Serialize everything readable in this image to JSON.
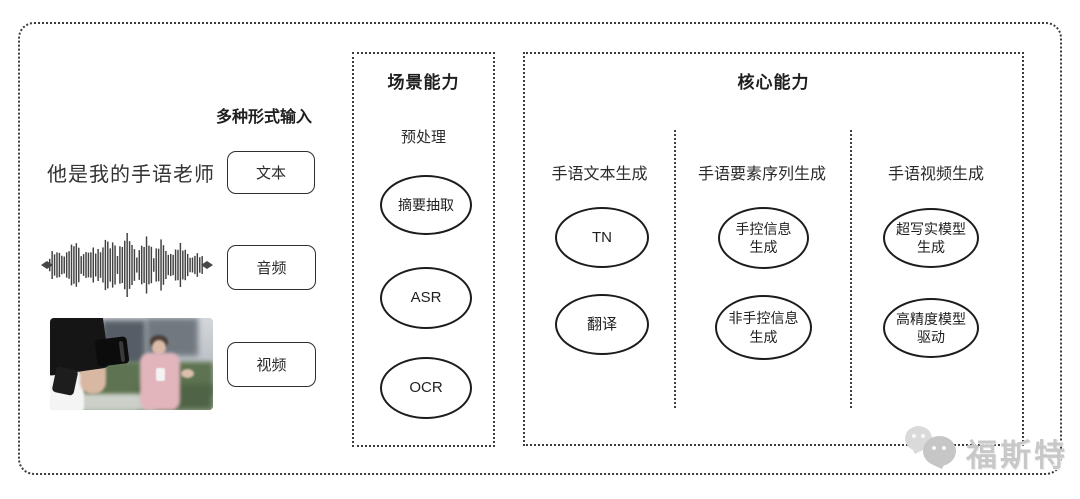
{
  "input_section": {
    "header": "多种形式输入",
    "text_example": "他是我的手语老师",
    "buttons": [
      {
        "label": "文本"
      },
      {
        "label": "音频"
      },
      {
        "label": "视频"
      }
    ]
  },
  "scene_box": {
    "title": "场景能力",
    "subtitle": "预处理",
    "nodes": [
      "摘要抽取",
      "ASR",
      "OCR"
    ]
  },
  "core_box": {
    "title": "核心能力",
    "columns": [
      {
        "header": "手语文本生成",
        "nodes": [
          "TN",
          "翻译"
        ]
      },
      {
        "header": "手语要素序列生成",
        "nodes": [
          "手控信息\n生成",
          "非手控信息\n生成"
        ]
      },
      {
        "header": "手语视频生成",
        "nodes": [
          "超写实模型\n生成",
          "高精度模型\n驱动"
        ]
      }
    ]
  },
  "watermark": {
    "text": "福斯特",
    "logo": "chat-bubbles-logo"
  },
  "icons": {
    "waveform": "audio-waveform",
    "video_thumbnail": "news-interview-photo"
  },
  "colors": {
    "border": "#3c3c3c",
    "node_stroke": "#1c1c1c",
    "watermark": "#c8c8c8",
    "background": "#ffffff"
  }
}
